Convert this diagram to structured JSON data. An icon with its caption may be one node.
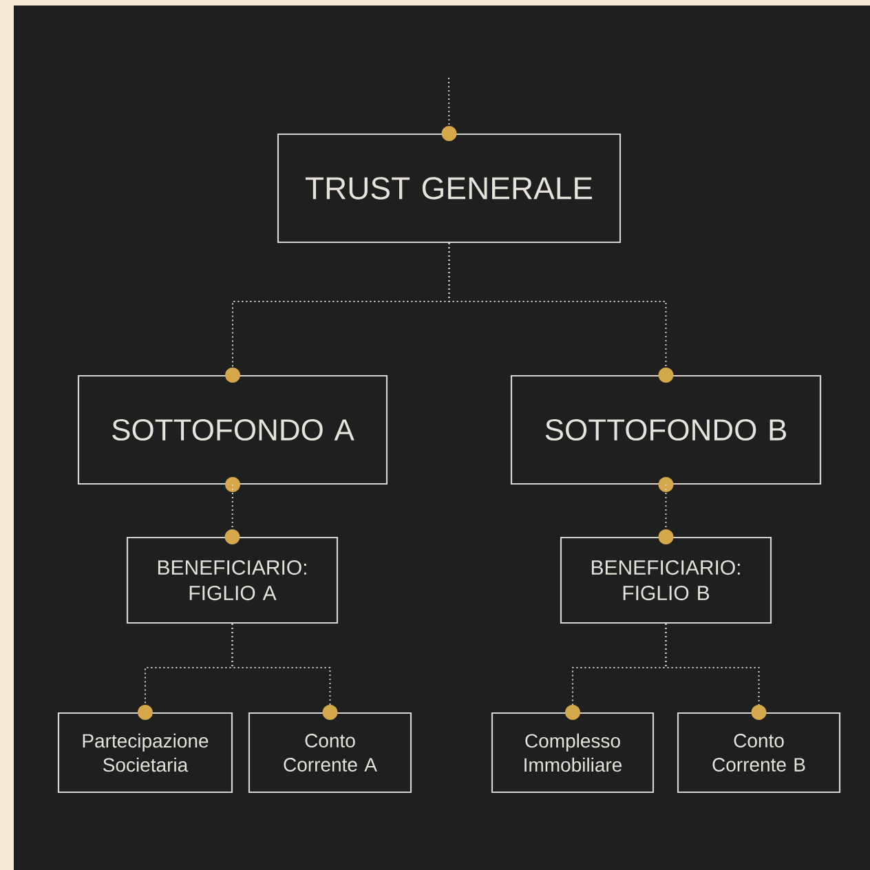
{
  "diagram": {
    "nodes": [
      {
        "text": [
          "TRUST GENERALE"
        ]
      },
      {
        "text": [
          "SOTTOFONDO A"
        ]
      },
      {
        "text": [
          "SOTTOFONDO B"
        ]
      },
      {
        "text": [
          "BENEFICIARIO: FIGLIO A"
        ]
      },
      {
        "text": [
          "BENEFICIARIO: FIGLIO B"
        ]
      },
      {
        "text": [
          "Partecipazione Societaria"
        ]
      },
      {
        "text": [
          "Conto Corrente A"
        ]
      },
      {
        "text": [
          "Complesso Immobiliare"
        ]
      },
      {
        "text": [
          "Conto Corrente B"
        ]
      }
    ],
    "edges": [
      {
        "from": null,
        "to": 0,
        "arrow": "other",
        "style": "dashed"
      },
      {
        "from": 0,
        "to": 1,
        "arrow": "other",
        "style": "dashed"
      },
      {
        "from": 0,
        "to": 2,
        "arrow": "other",
        "style": "dashed"
      },
      {
        "from": 1,
        "to": 3,
        "arrow": "other",
        "style": "dashed"
      },
      {
        "from": 2,
        "to": 4,
        "arrow": "other",
        "style": "dashed"
      },
      {
        "from": 3,
        "to": 5,
        "arrow": "other",
        "style": "dashed"
      },
      {
        "from": 3,
        "to": 6,
        "arrow": "other",
        "style": "dashed"
      },
      {
        "from": 4,
        "to": 7,
        "arrow": "other",
        "style": "dashed"
      },
      {
        "from": 4,
        "to": 8,
        "arrow": "other",
        "style": "dashed"
      }
    ]
  }
}
